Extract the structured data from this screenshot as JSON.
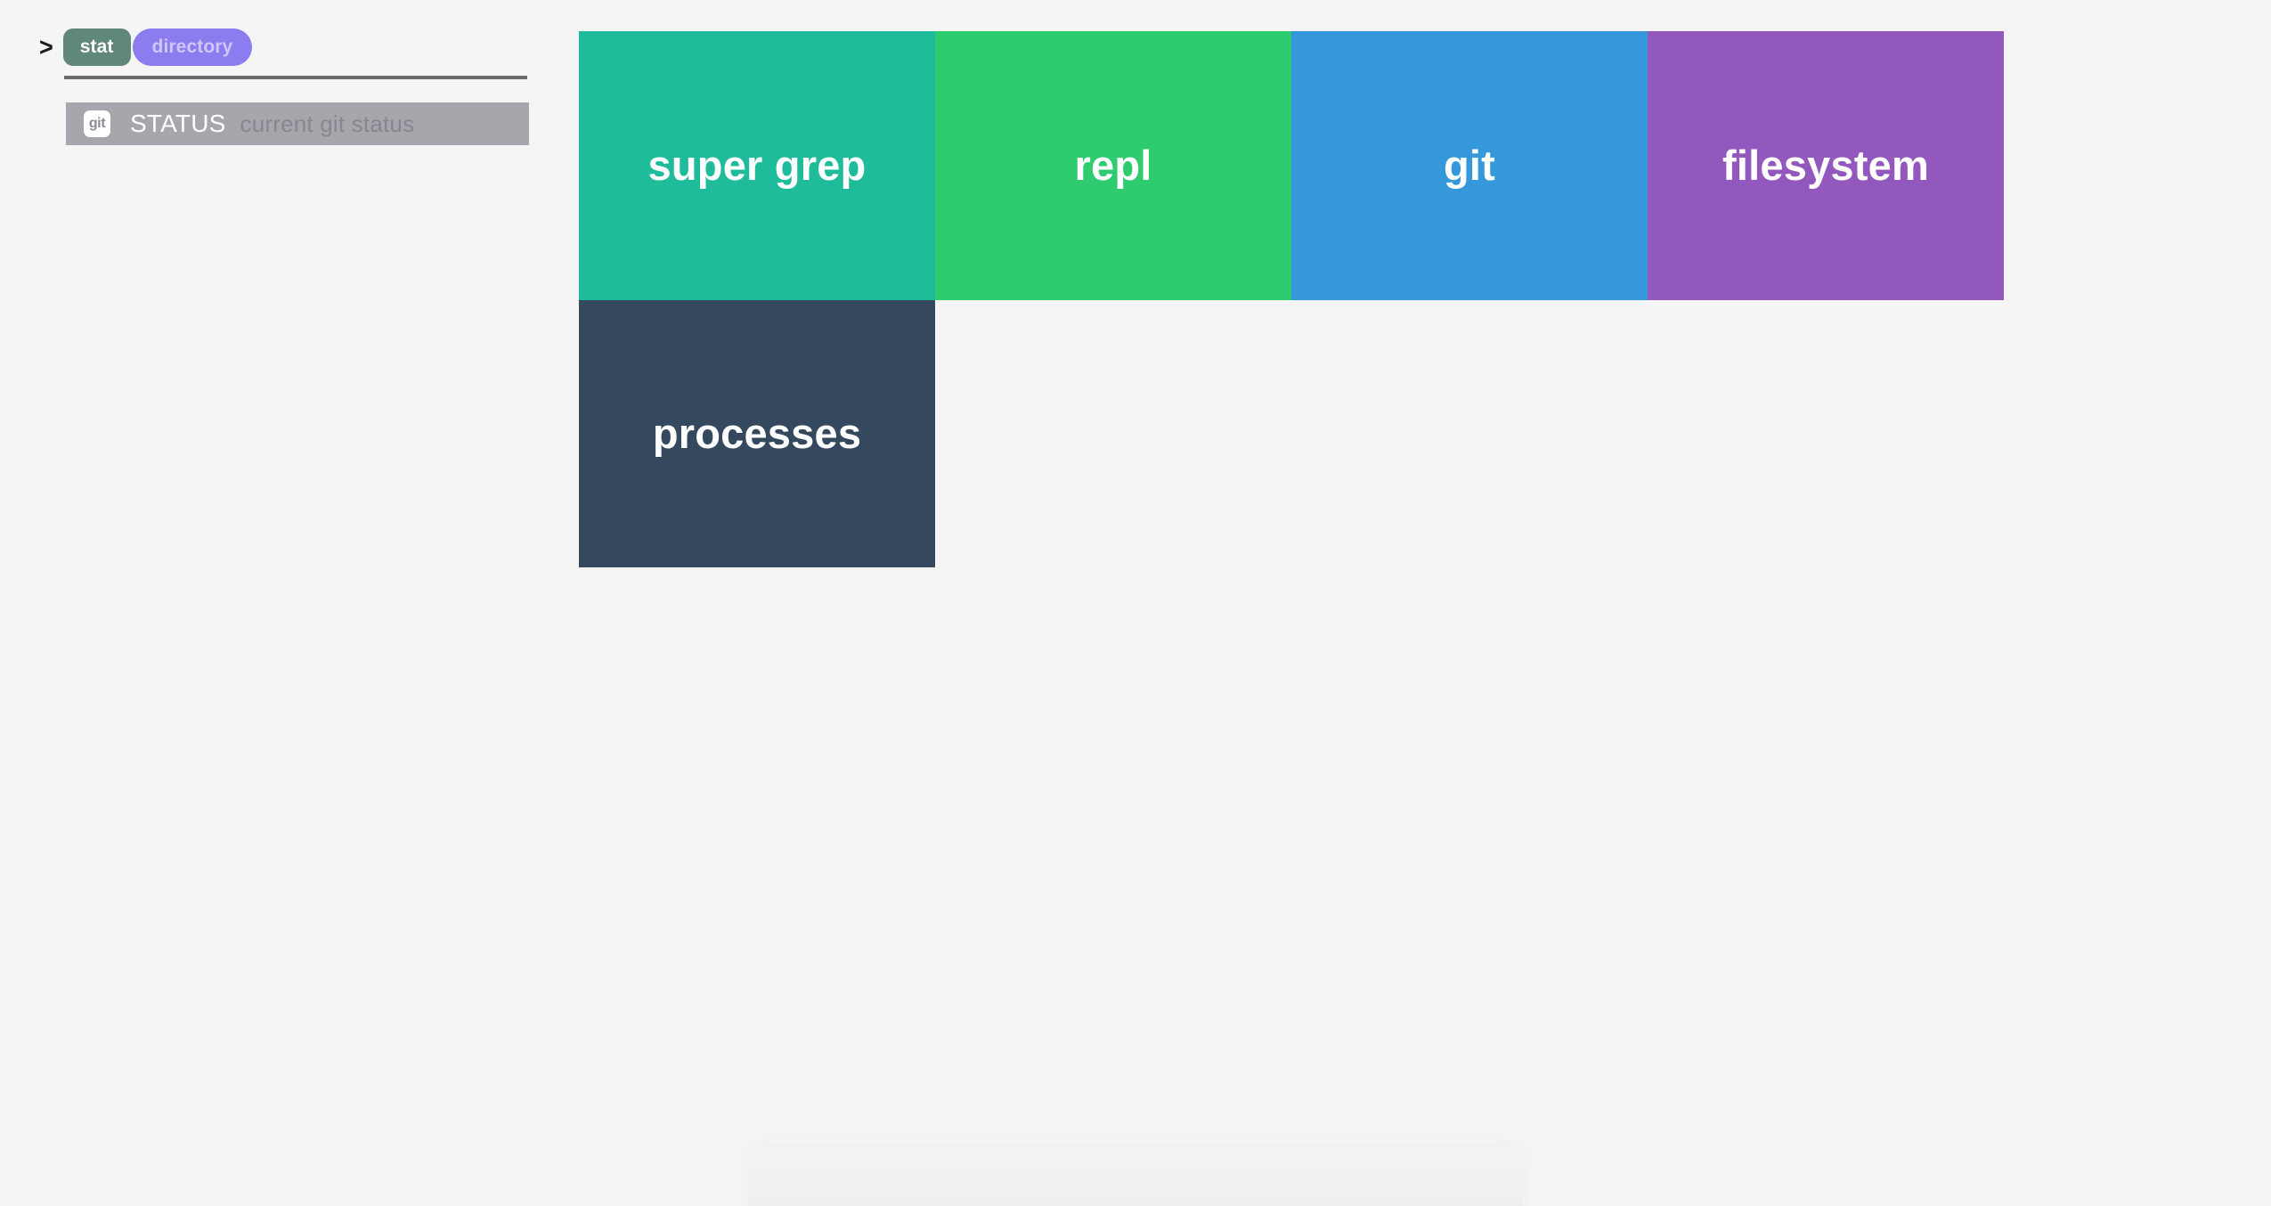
{
  "theme": {
    "background": "#f5f5f6",
    "divider_color": "#6b6b6e",
    "suggestion_bg": "#a6a6ad"
  },
  "command_bar": {
    "prompt_symbol": ">",
    "tokens": [
      {
        "label": "stat",
        "kind": "command",
        "color": "#5f8878",
        "text_color": "#ffffff"
      },
      {
        "label": "directory",
        "kind": "argument",
        "color": "#8b7cf0",
        "text_color": "#cfc7fb"
      }
    ]
  },
  "suggestions": [
    {
      "badge": "git",
      "title": "STATUS",
      "description": "current git status",
      "selected": true
    }
  ],
  "tiles": [
    {
      "label": "super grep",
      "color": "#1ebc9a"
    },
    {
      "label": "repl",
      "color": "#2ecc6f"
    },
    {
      "label": "git",
      "color": "#3498db"
    },
    {
      "label": "filesystem",
      "color": "#9358bd"
    },
    {
      "label": "processes",
      "color": "#34495e"
    }
  ]
}
